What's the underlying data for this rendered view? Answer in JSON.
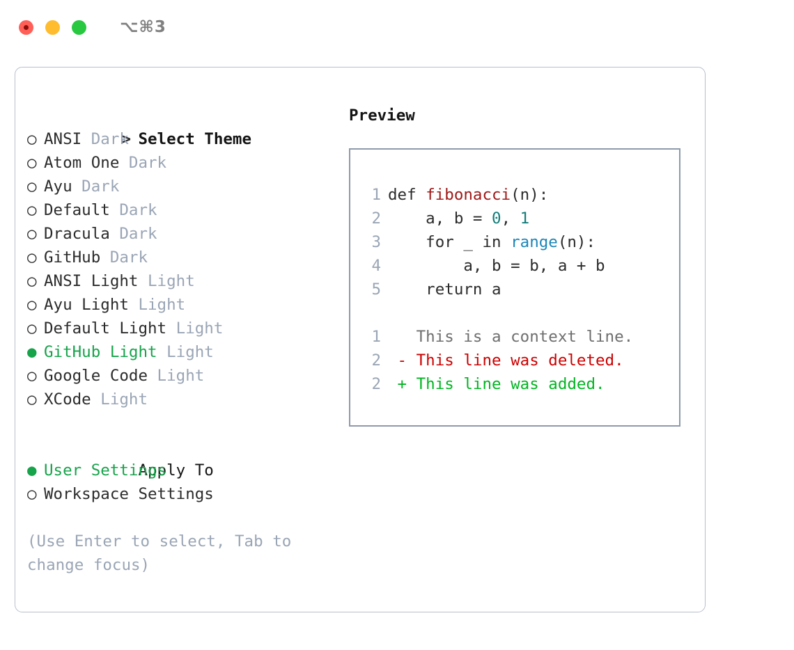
{
  "window": {
    "shortcut": "⌥⌘3",
    "traffic_lights": [
      {
        "name": "close",
        "color": "#ff5f57"
      },
      {
        "name": "minimize",
        "color": "#febc2e"
      },
      {
        "name": "maximize",
        "color": "#28c840"
      }
    ]
  },
  "theme_picker": {
    "heading_marker": ">",
    "heading": "Select Theme",
    "selected_color": "#16a34a",
    "tag_color": "#9aa5b5",
    "items": [
      {
        "marker": "○",
        "label": "ANSI",
        "tag": "Dark",
        "selected": false
      },
      {
        "marker": "○",
        "label": "Atom One",
        "tag": "Dark",
        "selected": false
      },
      {
        "marker": "○",
        "label": "Ayu",
        "tag": "Dark",
        "selected": false
      },
      {
        "marker": "○",
        "label": "Default",
        "tag": "Dark",
        "selected": false
      },
      {
        "marker": "○",
        "label": "Dracula",
        "tag": "Dark",
        "selected": false
      },
      {
        "marker": "○",
        "label": "GitHub",
        "tag": "Dark",
        "selected": false
      },
      {
        "marker": "○",
        "label": "ANSI Light",
        "tag": "Light",
        "selected": false
      },
      {
        "marker": "○",
        "label": "Ayu Light",
        "tag": "Light",
        "selected": false
      },
      {
        "marker": "○",
        "label": "Default Light",
        "tag": "Light",
        "selected": false
      },
      {
        "marker": "●",
        "label": "GitHub Light",
        "tag": "Light",
        "selected": true
      },
      {
        "marker": "○",
        "label": "Google Code",
        "tag": "Light",
        "selected": false
      },
      {
        "marker": "○",
        "label": "XCode",
        "tag": "Light",
        "selected": false
      }
    ]
  },
  "apply_to": {
    "heading": "Apply To",
    "items": [
      {
        "marker": "●",
        "label": "User Settings",
        "selected": true
      },
      {
        "marker": "○",
        "label": "Workspace Settings",
        "selected": false
      }
    ]
  },
  "hint": "(Use Enter to select, Tab to change focus)",
  "preview": {
    "title": "Preview",
    "code_lines": [
      {
        "number": "1",
        "tokens": [
          {
            "text": "def ",
            "kind": "plain"
          },
          {
            "text": "fibonacci",
            "kind": "fn"
          },
          {
            "text": "(n):",
            "kind": "plain"
          }
        ]
      },
      {
        "number": "2",
        "tokens": [
          {
            "text": "    a, b = ",
            "kind": "plain"
          },
          {
            "text": "0",
            "kind": "num"
          },
          {
            "text": ", ",
            "kind": "plain"
          },
          {
            "text": "1",
            "kind": "num"
          }
        ]
      },
      {
        "number": "3",
        "tokens": [
          {
            "text": "    for _ in ",
            "kind": "plain"
          },
          {
            "text": "range",
            "kind": "bi"
          },
          {
            "text": "(n):",
            "kind": "plain"
          }
        ]
      },
      {
        "number": "4",
        "tokens": [
          {
            "text": "        a, b = b, a + b",
            "kind": "plain"
          }
        ]
      },
      {
        "number": "5",
        "tokens": [
          {
            "text": "    return a",
            "kind": "plain"
          }
        ]
      }
    ],
    "diff_lines": [
      {
        "number": "1",
        "sign": " ",
        "text": "This is a context line.",
        "kind": "ctx"
      },
      {
        "number": "2",
        "sign": "-",
        "text": "This line was deleted.",
        "kind": "del"
      },
      {
        "number": "2",
        "sign": "+",
        "text": "This line was added.",
        "kind": "add"
      }
    ],
    "colors": {
      "function": "#a01818",
      "number": "#117d79",
      "builtin": "#1c86b8",
      "context": "#6e6e6e",
      "deleted": "#cc0000",
      "added": "#00b521",
      "gutter": "#9aa5b5"
    }
  }
}
